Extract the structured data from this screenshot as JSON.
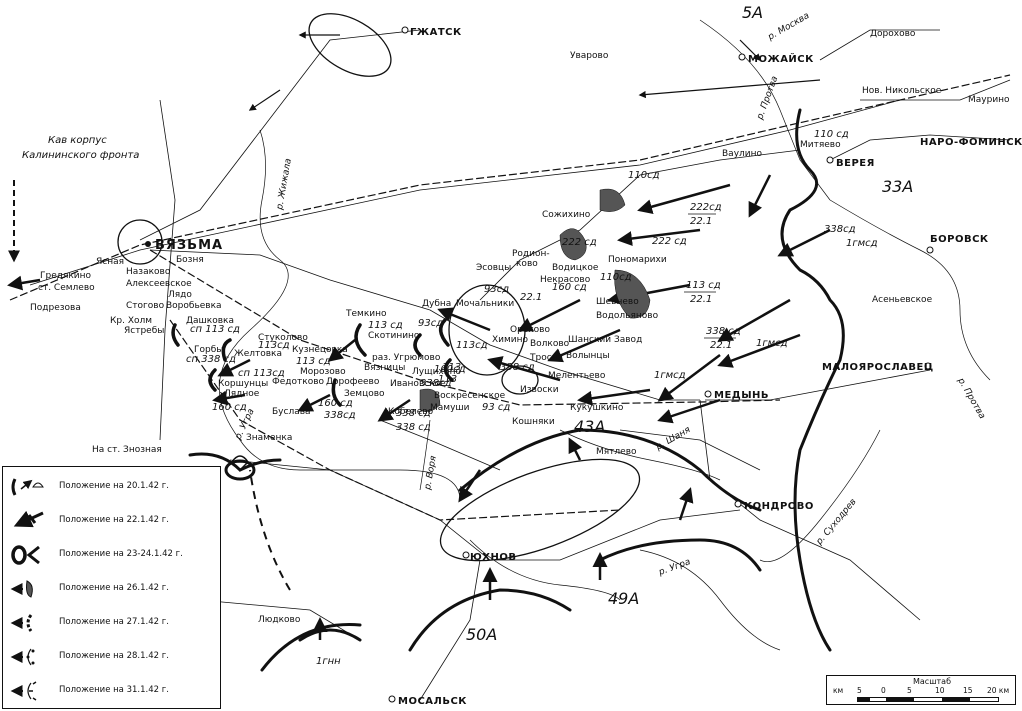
{
  "map": {
    "cities": {
      "vyazma": "ВЯЗЬМА",
      "gzhatsk": "ГЖАТСК",
      "mozhaisk": "МОЖАЙСК",
      "naro_fominsk": "НАРО-ФОМИНСК",
      "borovsk": "БОРОВСК",
      "maloyaroslavets": "МАЛОЯРОСЛАВЕЦ",
      "medyn": "МЕДЫНЬ",
      "kondrovo": "КОНДРОВО",
      "yukhnov": "ЮХНОВ",
      "mosalsk": "МОСАЛЬСК",
      "vereya": "ВЕРЕЯ"
    },
    "towns": {
      "dorokhovo": "Дорохово",
      "uvarovo": "Уварово",
      "nov_nikolskoe": "Нов. Никольское",
      "maurino": "Маурино",
      "vaulino": "Ваулино",
      "mityaevo": "Митяево",
      "asenevskoe": "Асеньевское",
      "sozhikhino": "Сожихино",
      "rodionkovo1": "Родион-",
      "rodionkovo2": "ково",
      "voditskoe": "Водицкое",
      "ponomarikhi": "Пономарихи",
      "nekrasovo": "Некрасово",
      "esovtsy": "Эсовцы",
      "shevnevo": "Шевнево",
      "vodolyanovo": "Водольяново",
      "shansky_zavod": "Шанский Завод",
      "dubna": "Дубна",
      "tyomkino": "Темкино",
      "mochalniki": "Мочальники",
      "orekhovo": "Орехово",
      "khimino": "Химино",
      "volkovo": "Волково",
      "trosna": "Тросна",
      "volintsy": "Волынцы",
      "melentyevo": "Мелентьево",
      "izvoski": "Извоски",
      "kukushkino": "Кукушкино",
      "koshnyaki": "Кошняки",
      "myatlevo": "Мятлево",
      "skotinino": "Скотинино",
      "raz_ugryumovo": "раз. Угрюмово",
      "ivanovskoe": "Ивановское",
      "lushchikhino": "Лущихино",
      "vyaznitsy": "Вязницы",
      "zemtsovo": "Земцово",
      "voskresenskoe": "Воскресенское",
      "mamushi": "Мамуши",
      "dorofeevo": "Дорофеево",
      "kobelevo": "Кобелево",
      "buslava": "Буслава",
      "fedotkovo": "Федотково",
      "morozovo": "Морозово",
      "kuznetsovka": "Кузнецовка",
      "stukolovo": "Стуколово",
      "zheltovka": "Желтовка",
      "gorby": "Горбы",
      "dashkovka": "Дашковка",
      "kr_kholm": "Кр. Холм",
      "yastrebi": "Ястребы",
      "korshuntsy": "Коршунцы",
      "lyadnoe": "Лядное",
      "znamenka": "Знаменка",
      "na_st_znoznaya": "На ст. Знозная",
      "grediakino": "Гредякино",
      "st_semlevo": "ст. Семлево",
      "podrezovo": "Подрезова",
      "yasnaya": "Ясная",
      "bozhnya": "Бозня",
      "nazakovo": "Назаково",
      "alekseevskoe": "Алексеевское",
      "lyado": "Лядо",
      "stogovo": "Стогово",
      "vorobyovka": "Воробьевка",
      "lyudkovo": "Людково"
    },
    "rivers": {
      "moskva": "р. Москва",
      "protva_n": "р. Протва",
      "protva_e": "р. Протва",
      "shanya": "р. Шаня",
      "ugra_w": "р. Угра",
      "ugra_s": "р. Угра",
      "vorya": "р. Воря",
      "sukhodrev": "р. Суходрев",
      "gzhat": "р. Жижала"
    },
    "armies": {
      "a5": "5А",
      "a33": "33А",
      "a43": "43А",
      "a49": "49А",
      "a50": "50А"
    },
    "units": {
      "u110_vereya": "110 сд",
      "u110_north": "110сд",
      "u110_mid": "110сд",
      "u222_top": "222сд",
      "u222_bottom": "22.1",
      "u222_b": "222 сд",
      "u222_c": "222 сд",
      "u113_top": "113 сд",
      "u113_bottom": "22.1",
      "u338_top": "338 сд",
      "u338_bottom": "22.1",
      "u338_east": "338сд",
      "u1gmsd_a": "1гмсд",
      "u1gmsd_b": "1гмсд",
      "u1gmsd_c": "1гмсд",
      "u93_a": "93сд",
      "u93_b": "93сд",
      "u93_c": "93 сд",
      "u93_d": "93",
      "u22_1": "22.1",
      "u160_a": "160 сд",
      "u113_a": "113сд",
      "u113_b": "113 сд",
      "u113_c": "113 сд",
      "u113_d": "113",
      "u113_e": "сп 113 сд",
      "u113_f": "113сд",
      "u113_g": "сп 113сд",
      "u338_a": "338 сд",
      "u338_b": "338сд",
      "u338_c": "338 сд",
      "u338_d": "сп 338 сд",
      "u160_b": "160 сд",
      "u160_c": "160 сд",
      "u160_d": "160сд",
      "u338_e": "338сд",
      "u1gnn": "1гнн",
      "u113_h": "113",
      "u338_f": "338 сд"
    },
    "calvary": {
      "line1": "Кав корпус",
      "line2": "Калининского фронта"
    }
  },
  "legend": {
    "items": [
      {
        "label": "Положение на 20.1.42 г."
      },
      {
        "label": "Положение  на  22.1.42 г."
      },
      {
        "label": "Положение на  23-24.1.42 г."
      },
      {
        "label": "Положение  на  26.1.42 г."
      },
      {
        "label": "Положение на  27.1.42 г."
      },
      {
        "label": "Положение  на  28.1.42 г."
      },
      {
        "label": "Положение  на  31.1.42 г."
      }
    ]
  },
  "scale": {
    "title": "Масштаб",
    "unit_left": "км",
    "ticks": [
      "5",
      "0",
      "5",
      "10",
      "15",
      "20 км"
    ]
  },
  "colors": {
    "ink": "#111111",
    "paper": "#ffffff"
  }
}
